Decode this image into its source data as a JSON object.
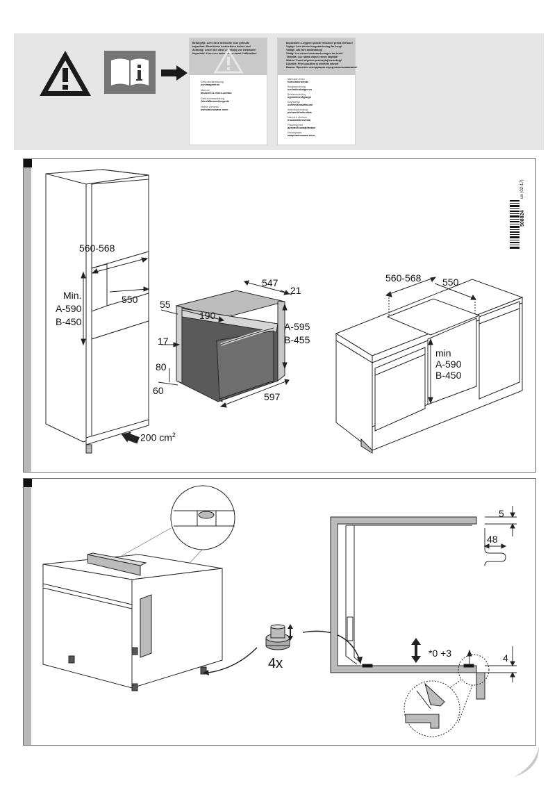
{
  "top_panel": {
    "icons": [
      "warning-icon",
      "manual-info-icon",
      "arrow-right-icon"
    ],
    "booklet_left": {
      "header_lines": [
        "Belangrijk: Lees deze instructie voor gebruik!",
        "Important: Read these instructions before use!",
        "Achtung: Lesen Sie diese Anleitung vor Gebrauch!",
        "Important: Lisez ces instructions avant l'utilisation!"
      ],
      "entries": [
        {
          "caption": "Gebruiksaanwijzing",
          "title": "ovn/magnetron"
        },
        {
          "caption": "Manual",
          "title": "fan/oven & micro-combo"
        },
        {
          "caption": "Gebrauchsanleitung",
          "title": "Ofen/Mikrowellengerät"
        },
        {
          "caption": "Notice d'emploi",
          "title": "oven/microwave oven"
        }
      ]
    },
    "booklet_right": {
      "header_lines": [
        "Importante: Leggere queste istruzioni prima dell'uso!",
        "Vigtigt: Læs denne brugsanvisning før brug!",
        "Viktigt: Läs före användning!",
        "Viktig: Les denne bruksanvisningen før bruk!",
        "Tärkeää: Lue nämä ohjeet ennen käyttöä!",
        "Ważne: Przed użyciem przeczytaj instrukcję!",
        "Důležité: Před použitím si přečtěte návod!",
        "Важно: Прочтите инструкцию перед использованием!"
      ],
      "entries": [
        {
          "caption": "Manuale d'uso",
          "title": "forno/microonde"
        },
        {
          "caption": "Brugsanvisning",
          "title": "ovn/mikrobølgeovn"
        },
        {
          "caption": "Bruksanvisning",
          "title": "ugn/mikrovågsugn"
        },
        {
          "caption": "Käyttöohje",
          "title": "uuni/mikroaaltouuni"
        },
        {
          "caption": "Instrukcja obsługi",
          "title": "piekarnik/mikrofala"
        },
        {
          "caption": "Návod k obsluze",
          "title": "trouba/mikrovlnka"
        },
        {
          "caption": "Руководство",
          "title": "духовой шкаф/микро"
        },
        {
          "caption": "Инструкция",
          "title": "микроволновая печь"
        }
      ]
    }
  },
  "middle_panel": {
    "tall_cabinet": {
      "width_label": "560-568",
      "depth_label": "550",
      "height_label_1": "Min.",
      "height_label_2": "A-590",
      "height_label_3": "B-450",
      "vent_label": "200 cm",
      "vent_sup": "2"
    },
    "oven": {
      "depth_547": "547",
      "depth_21": "21",
      "side_55": "55",
      "top_190": "190",
      "height_a": "A-595",
      "height_b": "B-455",
      "dim_17": "17",
      "dim_80": "80",
      "dim_60": "60",
      "width_597": "597"
    },
    "under_counter": {
      "width_label": "560-568",
      "depth_label": "550",
      "min_label": "min",
      "a_label": "A-590",
      "b_label": "B-450"
    },
    "barcode": {
      "number": "508824",
      "code": "un (02-17)"
    }
  },
  "bottom_panel": {
    "quantity_label": "4x",
    "adjust_label": "*0 +3",
    "dim_5": "5",
    "dim_48": "48",
    "dim_4": "4"
  }
}
